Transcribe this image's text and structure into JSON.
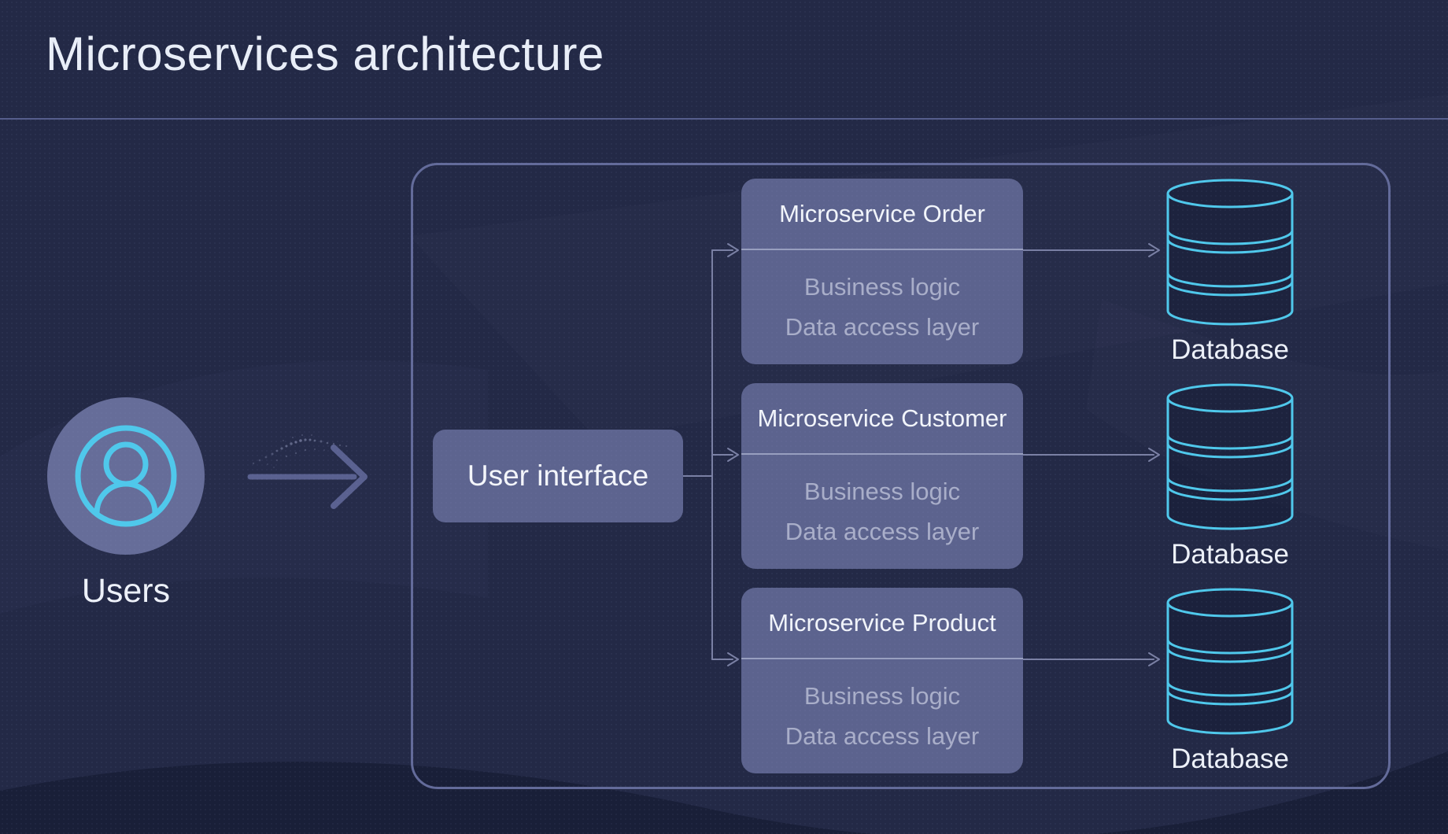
{
  "title": "Microservices architecture",
  "colors": {
    "background": "#232946",
    "panel_border": "#636b9a",
    "node_fill": "#5c638e",
    "accent_cyan": "#4fc8eb",
    "title_text": "#e9eef8",
    "node_title_text": "#f2f5fb",
    "node_body_text": "#a9aec9",
    "connector": "#7a80a4"
  },
  "diagram": {
    "users": {
      "label": "Users",
      "icon": "user-circle-icon"
    },
    "flow_arrow": {
      "icon": "right-arrow-icon"
    },
    "user_interface": {
      "label": "User interface"
    },
    "services": [
      {
        "title": "Microservice Order",
        "layers": [
          "Business logic",
          "Data access layer"
        ]
      },
      {
        "title": "Microservice Customer",
        "layers": [
          "Business logic",
          "Data access layer"
        ]
      },
      {
        "title": "Microservice Product",
        "layers": [
          "Business logic",
          "Data access layer"
        ]
      }
    ],
    "databases": [
      {
        "label": "Database",
        "icon": "database-cylinder-icon"
      },
      {
        "label": "Database",
        "icon": "database-cylinder-icon"
      },
      {
        "label": "Database",
        "icon": "database-cylinder-icon"
      }
    ]
  }
}
